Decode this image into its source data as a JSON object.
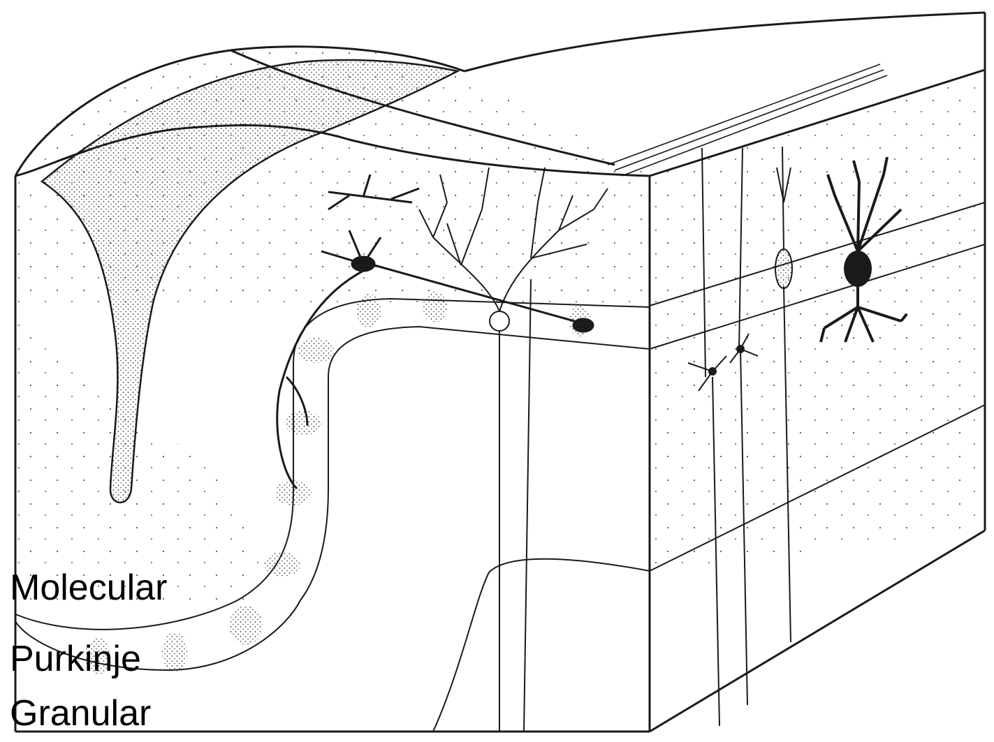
{
  "labels": {
    "molecular": "Molecular",
    "purkinje": "Purkinje",
    "granular": "Granular"
  },
  "colors": {
    "ink": "#1a1a1a",
    "stipple": "#333333",
    "background": "#ffffff"
  }
}
